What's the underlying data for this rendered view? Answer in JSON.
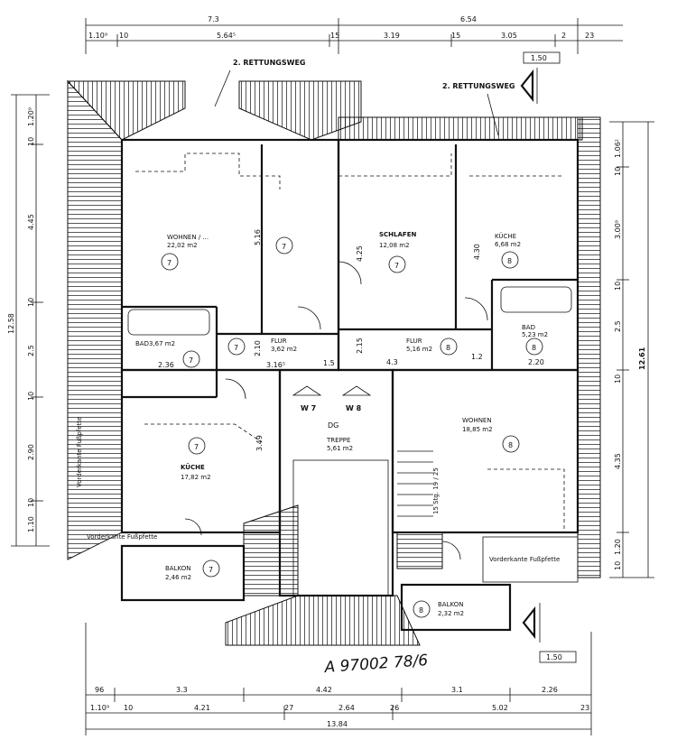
{
  "labels": {
    "escape_left": "2. RETTUNGSWEG",
    "escape_right": "2. RETTUNGSWEG",
    "dg": "DG",
    "w7": "W 7",
    "w8": "W 8",
    "vorderkante1": "Vorderkante Fußpfette",
    "vorderkante2": "Vorderkante Fußpfette",
    "vorderkante_vertical": "Vorderkante Fußpfette",
    "stairs": "15 Stg. 19 / 25",
    "stamp": "A 97002 78/6",
    "section_width_top": "1.50",
    "section_width_bottom": "1.50"
  },
  "rooms": [
    {
      "name": "WOHNEN / ...",
      "area": "22,02 m2",
      "unit": "7"
    },
    {
      "name": "",
      "area": "",
      "unit": "7"
    },
    {
      "name": "SCHLAFEN",
      "area": "12,08 m2",
      "unit": "7"
    },
    {
      "name": "KÜCHE",
      "area": "6,68 m2",
      "unit": "8"
    },
    {
      "name": "BAD",
      "area": "3,67 m2",
      "unit": "7"
    },
    {
      "name": "FLUR",
      "area": "3,62 m2",
      "unit": "7"
    },
    {
      "name": "FLUR",
      "area": "5,16 m2",
      "unit": "8"
    },
    {
      "name": "BAD",
      "area": "5,23 m2",
      "unit": "8"
    },
    {
      "name": "KÜCHE",
      "area": "17,82 m2",
      "unit": "7"
    },
    {
      "name": "TREPPE",
      "area": "5,61 m2",
      "unit": ""
    },
    {
      "name": "WOHNEN",
      "area": "18,85 m2",
      "unit": "8"
    },
    {
      "name": "BALKON",
      "area": "2,46 m2",
      "unit": "7"
    },
    {
      "name": "BALKON",
      "area": "2,32 m2",
      "unit": "8"
    }
  ],
  "dims": {
    "top_row1": [
      "7.3",
      "6.54"
    ],
    "top_row2": [
      "1.10⁹",
      "10",
      "5.64⁵",
      "15",
      "3.19",
      "15",
      "3.05",
      "2",
      "23"
    ],
    "left": [
      "1.20⁹",
      "10",
      "4.45",
      "10",
      "2.5",
      "10",
      "2.90",
      "10",
      "1.10",
      "12.58"
    ],
    "right": [
      "1.06²",
      "10",
      "3.00⁹",
      "10",
      "2.5",
      "10",
      "4.35",
      "1.20",
      "10",
      "12.61"
    ],
    "bottom_row1": [
      "96",
      "3.3",
      "4.42",
      "3.1",
      "2.26"
    ],
    "bottom_row2": [
      "1.10⁹",
      "10",
      "4.21",
      "27",
      "2.64",
      "26",
      "5.02",
      "23"
    ],
    "bottom_total": "13.84",
    "inner": [
      "2.36",
      "3.16⁵",
      "4.3",
      "2.20",
      "1.5",
      "1.2",
      "2.15",
      "2.10",
      "3.49",
      "4.30",
      "4.25",
      "5.16"
    ]
  }
}
